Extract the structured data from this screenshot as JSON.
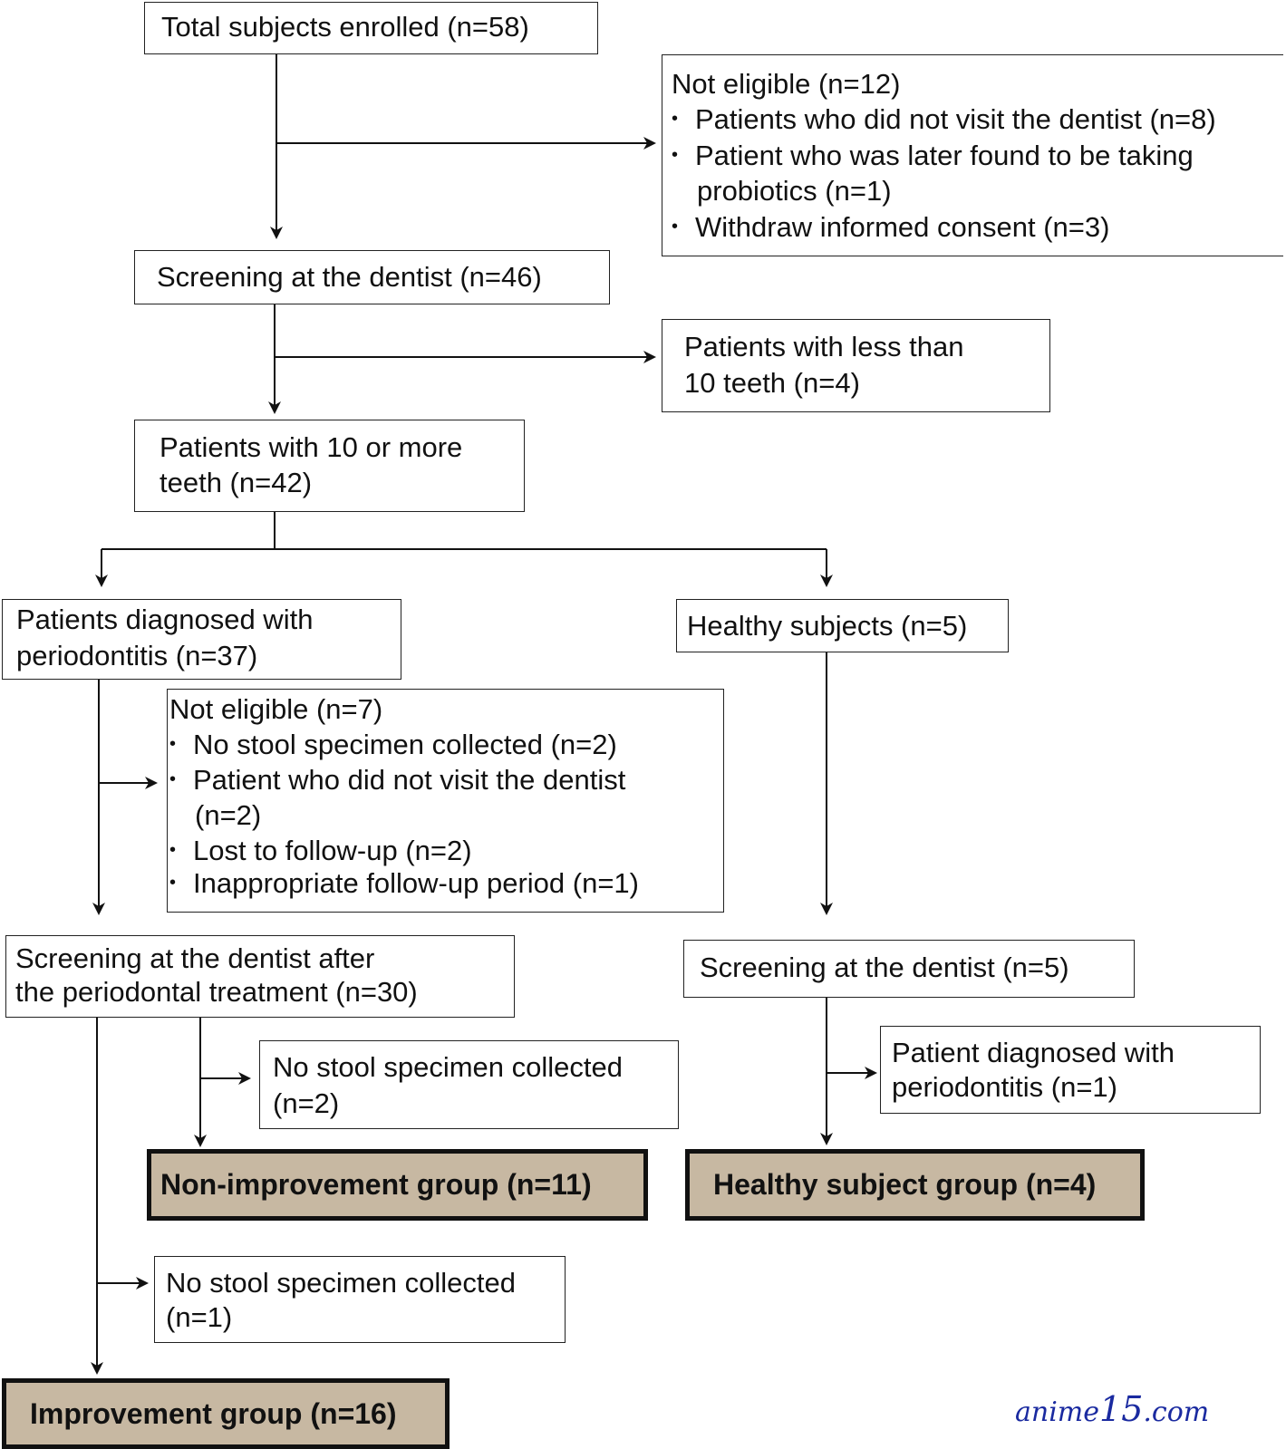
{
  "boxes": {
    "enrolled": "Total subjects enrolled  (n=58)",
    "not_eligible_1": {
      "title": "Not eligible (n=12)",
      "items": [
        "Patients who did not visit the dentist (n=8)",
        "Patient who was later found to be taking",
        "probiotics (n=1)",
        "Withdraw informed consent (n=3)"
      ]
    },
    "screening_1": "Screening at the dentist  (n=46)",
    "less_than_10": [
      "Patients with less than",
      "10 teeth (n=4)"
    ],
    "ten_or_more": [
      "Patients with 10 or more",
      "teeth (n=42)"
    ],
    "periodontitis": [
      "Patients diagnosed with",
      "periodontitis (n=37)"
    ],
    "healthy": "Healthy subjects (n=5)",
    "not_eligible_2": {
      "title": "Not eligible (n=7)",
      "items": [
        "No stool specimen collected (n=2)",
        "Patient who did not visit the dentist",
        "(n=2)",
        "Lost to follow-up (n=2)",
        "Inappropriate follow-up period (n=1)"
      ]
    },
    "screening_after": [
      "Screening at the dentist after",
      "the periodontal treatment (n=30)"
    ],
    "screening_healthy": "Screening at the dentist  (n=5)",
    "no_stool_2": [
      "No stool specimen collected",
      "(n=2)"
    ],
    "diagnosed_perio_1": [
      "Patient diagnosed with",
      "periodontitis (n=1)"
    ],
    "non_improvement": "Non-improvement group (n=11)",
    "healthy_group": "Healthy subject group (n=4)",
    "no_stool_1": [
      "No stool specimen collected",
      "(n=1)"
    ],
    "improvement": "Improvement group (n=16)"
  },
  "bullet_symbol": "•",
  "watermark": {
    "prefix": "anime",
    "number": "15",
    "suffix": ".com"
  },
  "colors": {
    "final_fill": "#c7b8a2",
    "watermark": "#1a2aa0"
  }
}
